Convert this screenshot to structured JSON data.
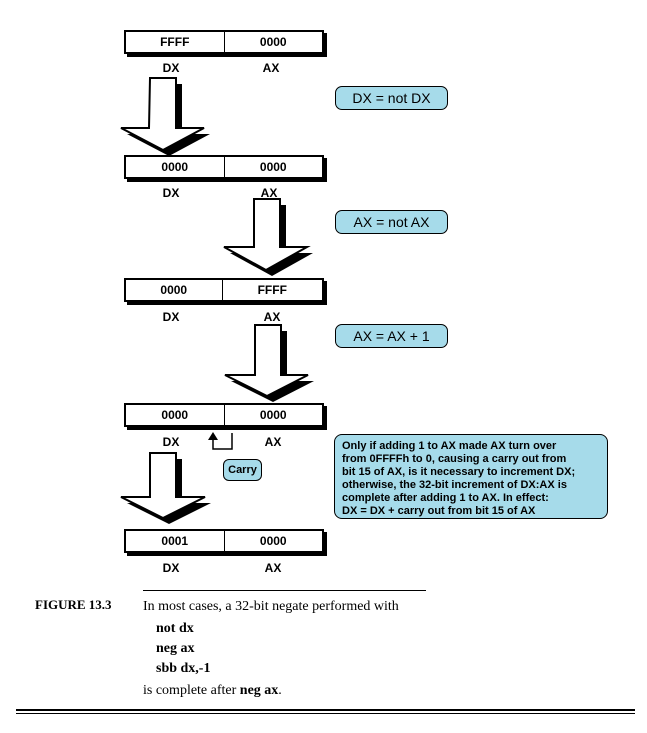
{
  "registers": [
    {
      "dx": "FFFF",
      "ax": "0000"
    },
    {
      "dx": "0000",
      "ax": "0000"
    },
    {
      "dx": "0000",
      "ax": "FFFF"
    },
    {
      "dx": "0000",
      "ax": "0000"
    },
    {
      "dx": "0001",
      "ax": "0000"
    }
  ],
  "labels": {
    "dx": "DX",
    "ax": "AX"
  },
  "steps": {
    "dx_not": "DX = not DX",
    "ax_not": "AX = not AX",
    "ax_inc": "AX = AX + 1"
  },
  "carry_label": "Carry",
  "note_lines": [
    "Only if adding 1 to AX made AX turn over",
    "from 0FFFFh to 0, causing a carry out from",
    "bit 15 of AX, is it necessary to increment DX;",
    "otherwise, the 32-bit increment of DX:AX is",
    "complete after adding 1 to AX. In effect:",
    "DX = DX + carry out from bit 15 of AX"
  ],
  "caption": {
    "figure_label": "FIGURE 13.3",
    "intro": "In most cases, a 32-bit negate performed with",
    "code": [
      "not dx",
      "neg ax",
      "sbb dx,-1"
    ],
    "outro_prefix": "is complete after ",
    "outro_code": "neg ax",
    "outro_suffix": "."
  },
  "colors": {
    "callout": "#a6dbea",
    "arrow_fill": "#ffffff",
    "arrow_shadow": "#000000"
  }
}
